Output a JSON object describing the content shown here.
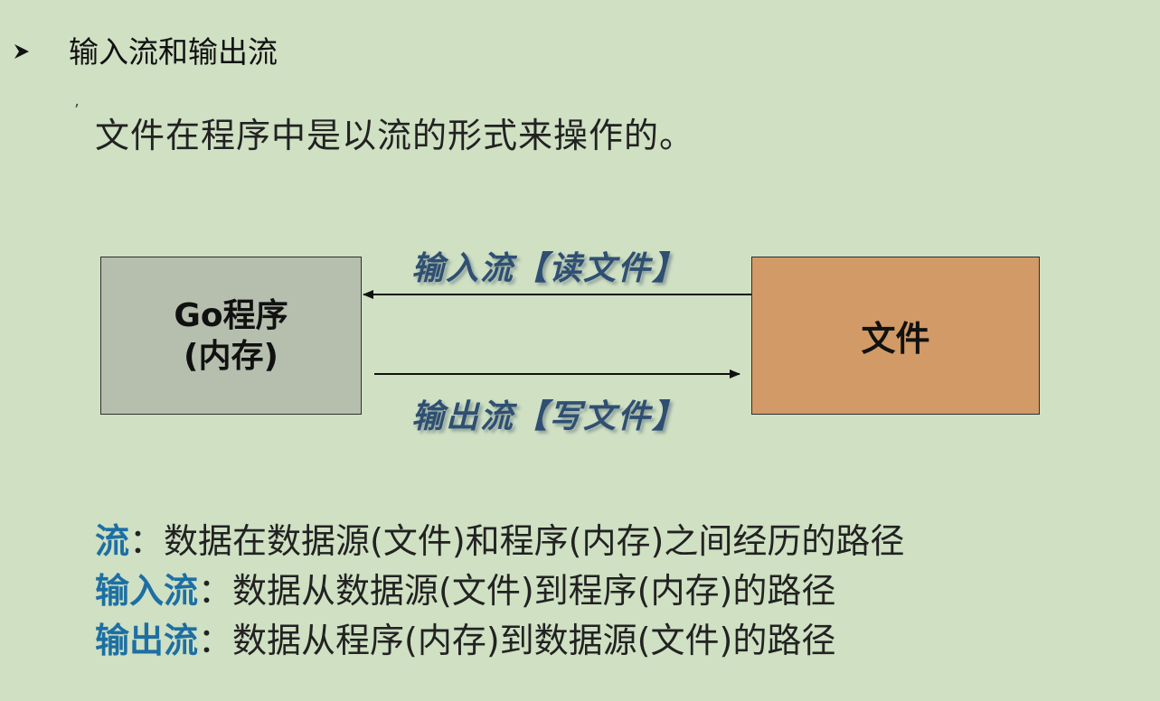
{
  "heading": {
    "bullet_icon": "arrowhead-bullet-icon",
    "title": "输入流和输出流"
  },
  "intro": {
    "mark": "ʼ",
    "text": "文件在程序中是以流的形式来操作的。"
  },
  "diagram": {
    "program_box": {
      "line1": "Go程序",
      "line2": "(内存)",
      "color": "#b6bfae"
    },
    "file_box": {
      "label": "文件",
      "color": "#d19a66"
    },
    "input_flow_label": "输入流【读文件】",
    "output_flow_label": "输出流【写文件】",
    "label_color": "#2f4f72"
  },
  "definitions": [
    {
      "term": "流",
      "colon": "：",
      "text": "数据在数据源(文件)和程序(内存)之间经历的路径"
    },
    {
      "term": "输入流",
      "colon": "：",
      "text": "数据从数据源(文件)到程序(内存)的路径"
    },
    {
      "term": "输出流",
      "colon": "：",
      "text": "数据从程序(内存)到数据源(文件)的路径"
    }
  ],
  "colors": {
    "background": "#cfe0c3",
    "term": "#1d6fa3"
  }
}
